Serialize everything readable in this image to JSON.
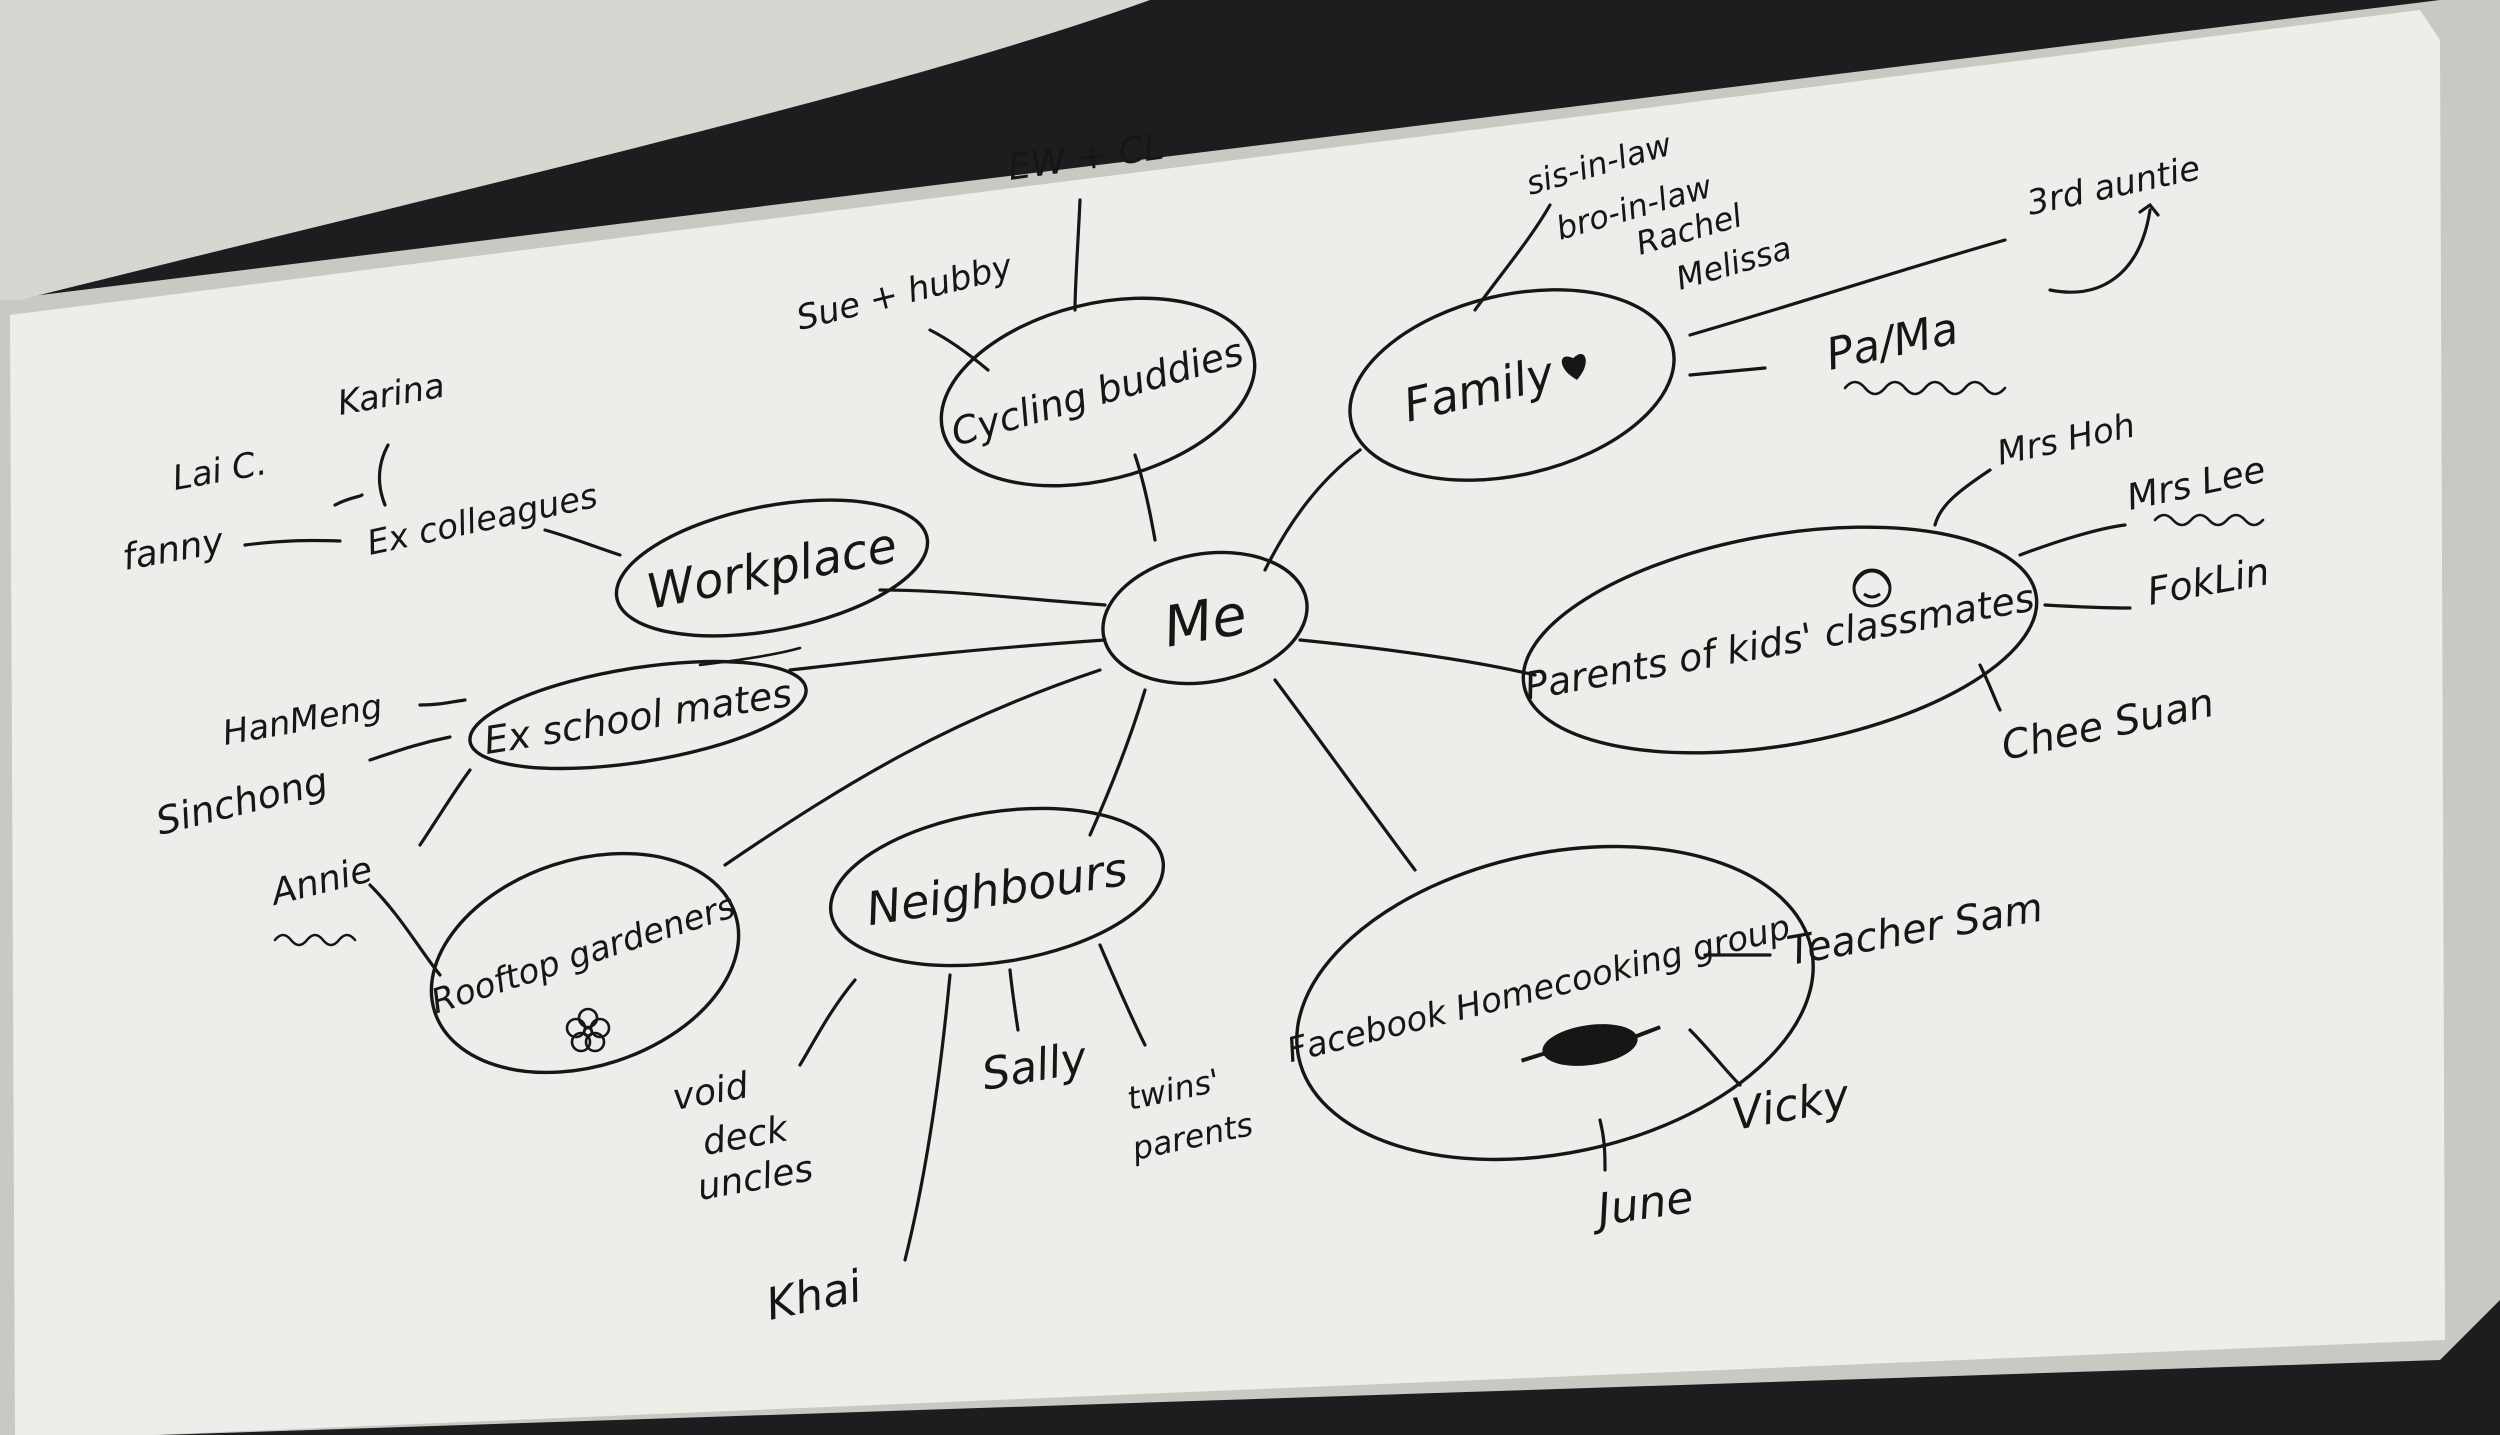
{
  "colors": {
    "background": "#1d1d1f",
    "paper": "#eeede9",
    "ink": "#161616"
  },
  "nodes": {
    "center": "Me",
    "cycling": "Cycling buddies",
    "family": "Family",
    "workplace": "Workplace",
    "exschool": "Ex school mates",
    "parents": "Parents of kids' classmates",
    "rooftop": "Rooftop gardeners",
    "neighbours": "Neighbours",
    "facebook": "Facebook Homecooking group"
  },
  "leaves": {
    "ew_cl": "EW + CL",
    "sue_hubby": "Sue + hubby",
    "sis_in_law": "sis-in-law",
    "bro_in_law": "bro-in-law",
    "rachel": "Rachel",
    "melissa": "Melissa",
    "pa_ma": "Pa/Ma",
    "third_auntie": "3rd auntie",
    "ex_colleagues": "Ex colleagues",
    "karina": "Karina",
    "lai_c": "Lai C.",
    "fanny": "fanny",
    "han_meng": "HanMeng",
    "sin_chong": "Sinchong",
    "annie": "Annie",
    "mrs_hoh": "Mrs Hoh",
    "mrs_lee": "Mrs Lee",
    "fok_lin": "FokLin",
    "chee_suan": "Chee Suan",
    "void_deck": "void deck uncles",
    "khai": "Khai",
    "sally": "Sally",
    "twins_parents": "twins' parents",
    "teacher_sam": "Teacher Sam",
    "vicky": "Vicky",
    "june": "June"
  },
  "icons": [
    "heart-icon",
    "child-face-icon",
    "flower-icon",
    "wok-icon"
  ]
}
